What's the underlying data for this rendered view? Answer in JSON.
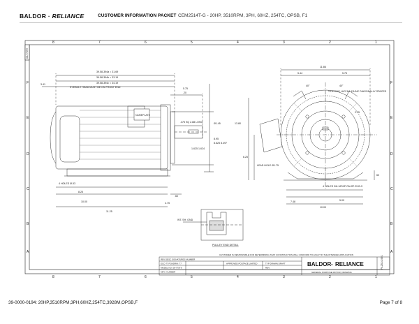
{
  "header": {
    "brand_name_1": "BALDOR",
    "brand_name_2": "RELIANCE",
    "packet_title": "CUSTOMER INFORMATION PACKET",
    "model_line": "CEM2514T-G - 20HP, 3510RPM, 3PH, 60HZ, 254TC, OPSB, F1"
  },
  "drawing": {
    "border_top_labels": [
      "8",
      "7",
      "6",
      "5",
      "4",
      "3",
      "2",
      "1"
    ],
    "border_side_labels": [
      "F",
      "E",
      "D",
      "C",
      "B",
      "A"
    ],
    "side_dims": {
      "d1": "39.58-394a = 31.69",
      "d2": "39.58-394b = 33.19",
      "d3": "39.58-394c = 34.19",
      "d4": "3.41",
      "d5": "5.75",
      "d6": ".20",
      "d7": "EYEBOLT HEAD MUST BE ON FRONT END",
      "d8": ".375 SQ\n2.88 LONG",
      "d9": "1.625\n1.624",
      "d10": "Ø1.45",
      "d11": "8.95",
      "d12": "8.625\n8.497",
      "d13": "4 HOLES\nØ.53",
      "d14": "8.25",
      "d15": "10.00",
      "d16": "4.75",
      "d17": "11.25",
      "d18": ".60",
      "d19": "13.80"
    },
    "front_dims": {
      "f1": "11.86",
      "f2": "5.75",
      "f3": "40°",
      "f4": "5.44",
      "f5": "1 LIFTING LUG\n3/4-13UNC\nDIAGONALLY SPACED",
      "f6": "LEAD HOLE\nØ1.75",
      "f7": "4 HOLES\n3/8-16TAP\nON Ø7.25 B.C.",
      "f8": "7.48",
      "f9": "5.00",
      "f10": "10.00",
      "f11": "6.25",
      "f12": "2.75",
      "f13": ".50"
    },
    "pulley_label": "PULLEY END DETAIL",
    "wt_label": "WT. SH. GND",
    "nameplate_label": "NAMEPLATE",
    "note_line": "CUSTOMER IS RESPONSIBLE FOR DETERMINING THAT CONSTRUCTION WILL CONFORM TO EXACT IN THE INTENDED APPLICATION",
    "title_block": {
      "row1": "REV   DESC SIGNATURES NUMBER",
      "row2a": "ECO  77    FGNDRW: 77",
      "row2b": "APPROVED  POSTAGE LIMITED",
      "row2c": "TYP  DRAWN DRAFT",
      "row3a": "MODEL NO.   08-775T9",
      "row3b": "REV.",
      "row4a": "MFG. NUMBER",
      "logo_1": "BALDOR",
      "logo_2": "RELIANCE",
      "desc": "GENERAL PURPOSE MOTOR, DRAWING",
      "dwg_no": "P2514-991",
      "dwg_vert_left": "08-775T9",
      "dwg_vert_right": "PL2514-991"
    }
  },
  "footer": {
    "left": "39-0000-0194: 20HP,3510RPM,3PH,60HZ,254TC,3928M,OPSB,F",
    "right": "Page 7 of 8"
  }
}
